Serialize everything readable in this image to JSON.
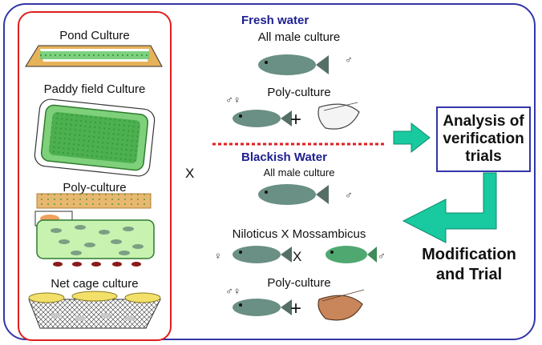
{
  "left_panel": {
    "pond": "Pond  Culture",
    "paddy": "Paddy field Culture",
    "poly": "Poly-culture",
    "netcage": "Net cage culture"
  },
  "cross_symbol": "X",
  "fresh_water": {
    "header": "Fresh water",
    "male": "All male culture",
    "poly": "Poly-culture",
    "male_symbol": "♂",
    "mixed_symbol": "♂♀"
  },
  "brackish_water": {
    "header": "Blackish Water",
    "male": "All male culture",
    "hybrid": "Niloticus X Mossambicus",
    "cross": "X",
    "poly": "Poly-culture",
    "male_symbol": "♂",
    "female_symbol": "♀",
    "mixed_symbol": "♂♀"
  },
  "plus": "+",
  "analysis_box": "Analysis of verification trials",
  "modification": "Modification and Trial",
  "colors": {
    "frame": "#3336a8",
    "panel_border": "#e01e1e",
    "arrow": "#19c9a0",
    "header_text": "#1d1f8f"
  }
}
